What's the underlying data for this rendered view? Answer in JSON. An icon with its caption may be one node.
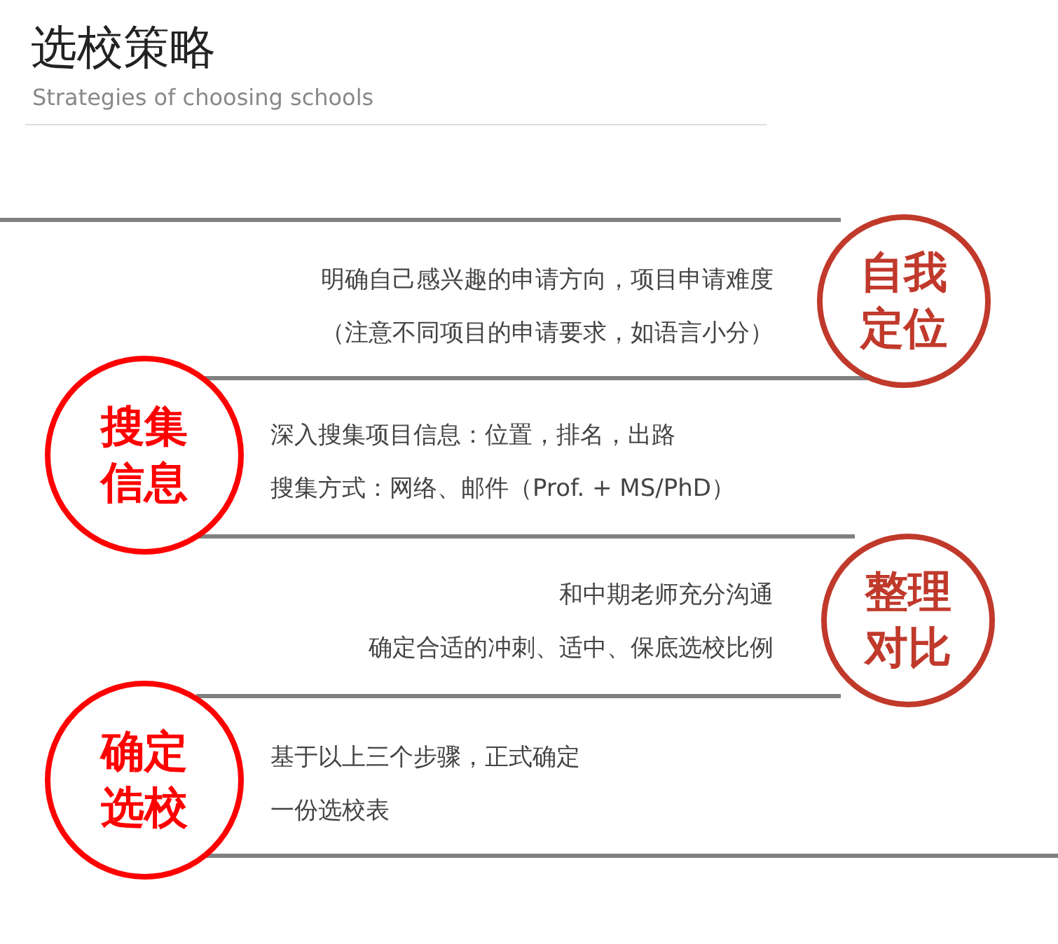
{
  "diagram": {
    "title": "选校策略",
    "labels": [
      "Strategies of choosing schools"
    ],
    "nodes": [
      {
        "text": [
          "自我定位"
        ],
        "beside": [
          "明确自己感兴趣的申请方向，项目申请难度",
          "（注意不同项目的申请要求，如语言小分）"
        ]
      },
      {
        "text": [
          "搜集信息"
        ],
        "beside": [
          "深入搜集项目信息：位置，排名，出路",
          "搜集方式：网络、邮件（Prof. + MS/PhD）"
        ]
      },
      {
        "text": [
          "整理对比"
        ],
        "beside": [
          "和中期老师充分沟通",
          "确定合适的冲刺、适中、保底选校比例"
        ]
      },
      {
        "text": [
          "确定选校"
        ],
        "beside": [
          "基于以上三个步骤，正式确定",
          "一份选校表"
        ]
      }
    ]
  }
}
